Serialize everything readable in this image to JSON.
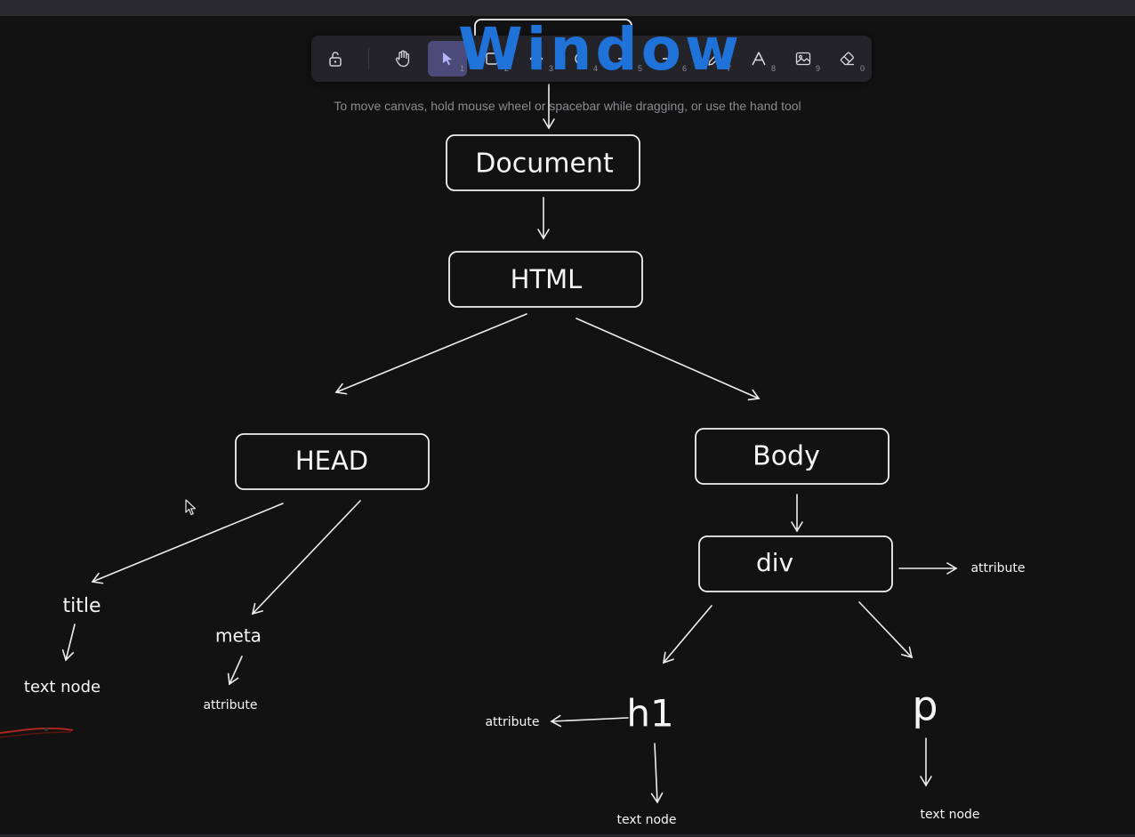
{
  "toolbar": {
    "tools": [
      {
        "name": "lock",
        "key": ""
      },
      {
        "name": "hand",
        "key": ""
      },
      {
        "name": "selection",
        "key": "1"
      },
      {
        "name": "rectangle",
        "key": "2"
      },
      {
        "name": "diamond",
        "key": "3"
      },
      {
        "name": "ellipse",
        "key": "4"
      },
      {
        "name": "arrow",
        "key": "5"
      },
      {
        "name": "line",
        "key": "6"
      },
      {
        "name": "draw",
        "key": "7"
      },
      {
        "name": "text",
        "key": "8"
      },
      {
        "name": "image",
        "key": "9"
      },
      {
        "name": "eraser",
        "key": "0"
      }
    ],
    "active_tool": "selection",
    "accent_color": "#4b4a78"
  },
  "hint": "To move canvas, hold mouse wheel or spacebar while dragging, or use the hand tool",
  "annotation": {
    "window_label": "Window",
    "color": "#1f72d8"
  },
  "diagram": {
    "nodes": {
      "document": "Document",
      "html": "HTML",
      "head": "HEAD",
      "body": "Body",
      "div": "div",
      "title": "title",
      "meta": "meta",
      "h1": "h1",
      "p": "p",
      "title_text_node": "text node",
      "meta_attribute": "attribute",
      "div_attribute": "attribute",
      "h1_attribute": "attribute",
      "h1_text_node": "text node",
      "p_text_node": "text node"
    }
  }
}
